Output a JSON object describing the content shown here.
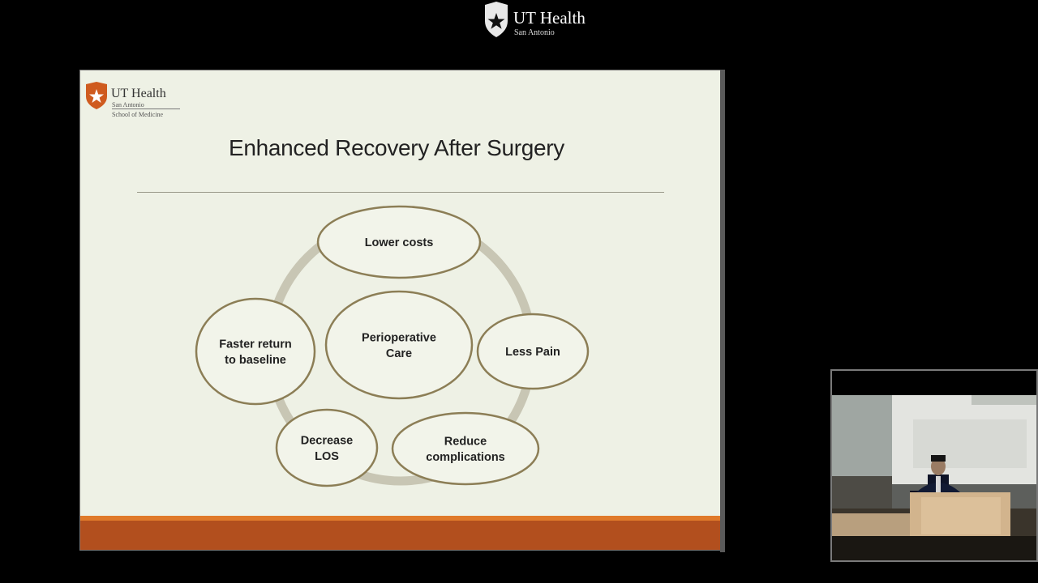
{
  "broadcast_logo": {
    "name": "UT Health",
    "subtitle": "San Antonio"
  },
  "slide": {
    "logo": {
      "name": "UT Health",
      "subtitle": "San Antonio",
      "school": "School of Medicine"
    },
    "title": "Enhanced Recovery After Surgery",
    "diagram": {
      "center": [
        "Perioperative",
        "Care"
      ],
      "outcomes": [
        {
          "id": "lower-costs",
          "lines": [
            "Lower costs"
          ]
        },
        {
          "id": "less-pain",
          "lines": [
            "Less Pain"
          ]
        },
        {
          "id": "reduce-complications",
          "lines": [
            "Reduce",
            "complications"
          ]
        },
        {
          "id": "decrease-los",
          "lines": [
            "Decrease",
            "LOS"
          ]
        },
        {
          "id": "faster-return",
          "lines": [
            "Faster return",
            "to baseline"
          ]
        }
      ]
    }
  },
  "colors": {
    "background": "#000000",
    "slide_bg": "#eef1e5",
    "ellipse_fill": "#f2f4ea",
    "ellipse_stroke": "#8c7e56",
    "ring": "#c8c6b4",
    "footer_accent": "#e07a2a",
    "footer_band": "#b24f1e",
    "brand_orange": "#cf5b1f"
  }
}
